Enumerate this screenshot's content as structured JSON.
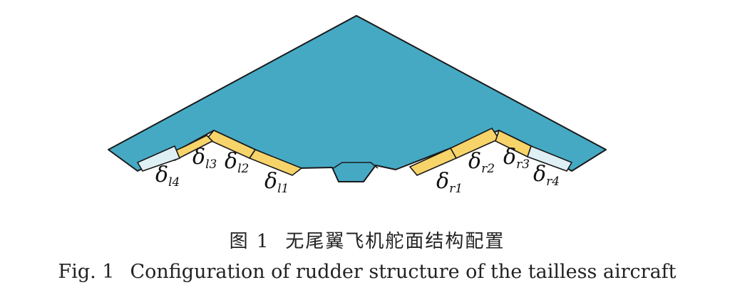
{
  "colors": {
    "airframe": "#45a9c4",
    "elevon": "#f7d46a",
    "outer_rudder": "#dff0f5",
    "outline": "#1a1a1a"
  },
  "control_surfaces": [
    {
      "id": "l1",
      "symbol": "δ",
      "sub": "l1"
    },
    {
      "id": "l2",
      "symbol": "δ",
      "sub": "l2"
    },
    {
      "id": "l3",
      "symbol": "δ",
      "sub": "l3"
    },
    {
      "id": "l4",
      "symbol": "δ",
      "sub": "l4"
    },
    {
      "id": "r1",
      "symbol": "δ",
      "sub": "r1"
    },
    {
      "id": "r2",
      "symbol": "δ",
      "sub": "r2"
    },
    {
      "id": "r3",
      "symbol": "δ",
      "sub": "r3"
    },
    {
      "id": "r4",
      "symbol": "δ",
      "sub": "r4"
    }
  ],
  "caption": {
    "zh_label": "图 1",
    "zh_text": "无尾翼飞机舵面结构配置",
    "en_label": "Fig. 1",
    "en_text": "Configuration of rudder structure of the tailless aircraft"
  }
}
